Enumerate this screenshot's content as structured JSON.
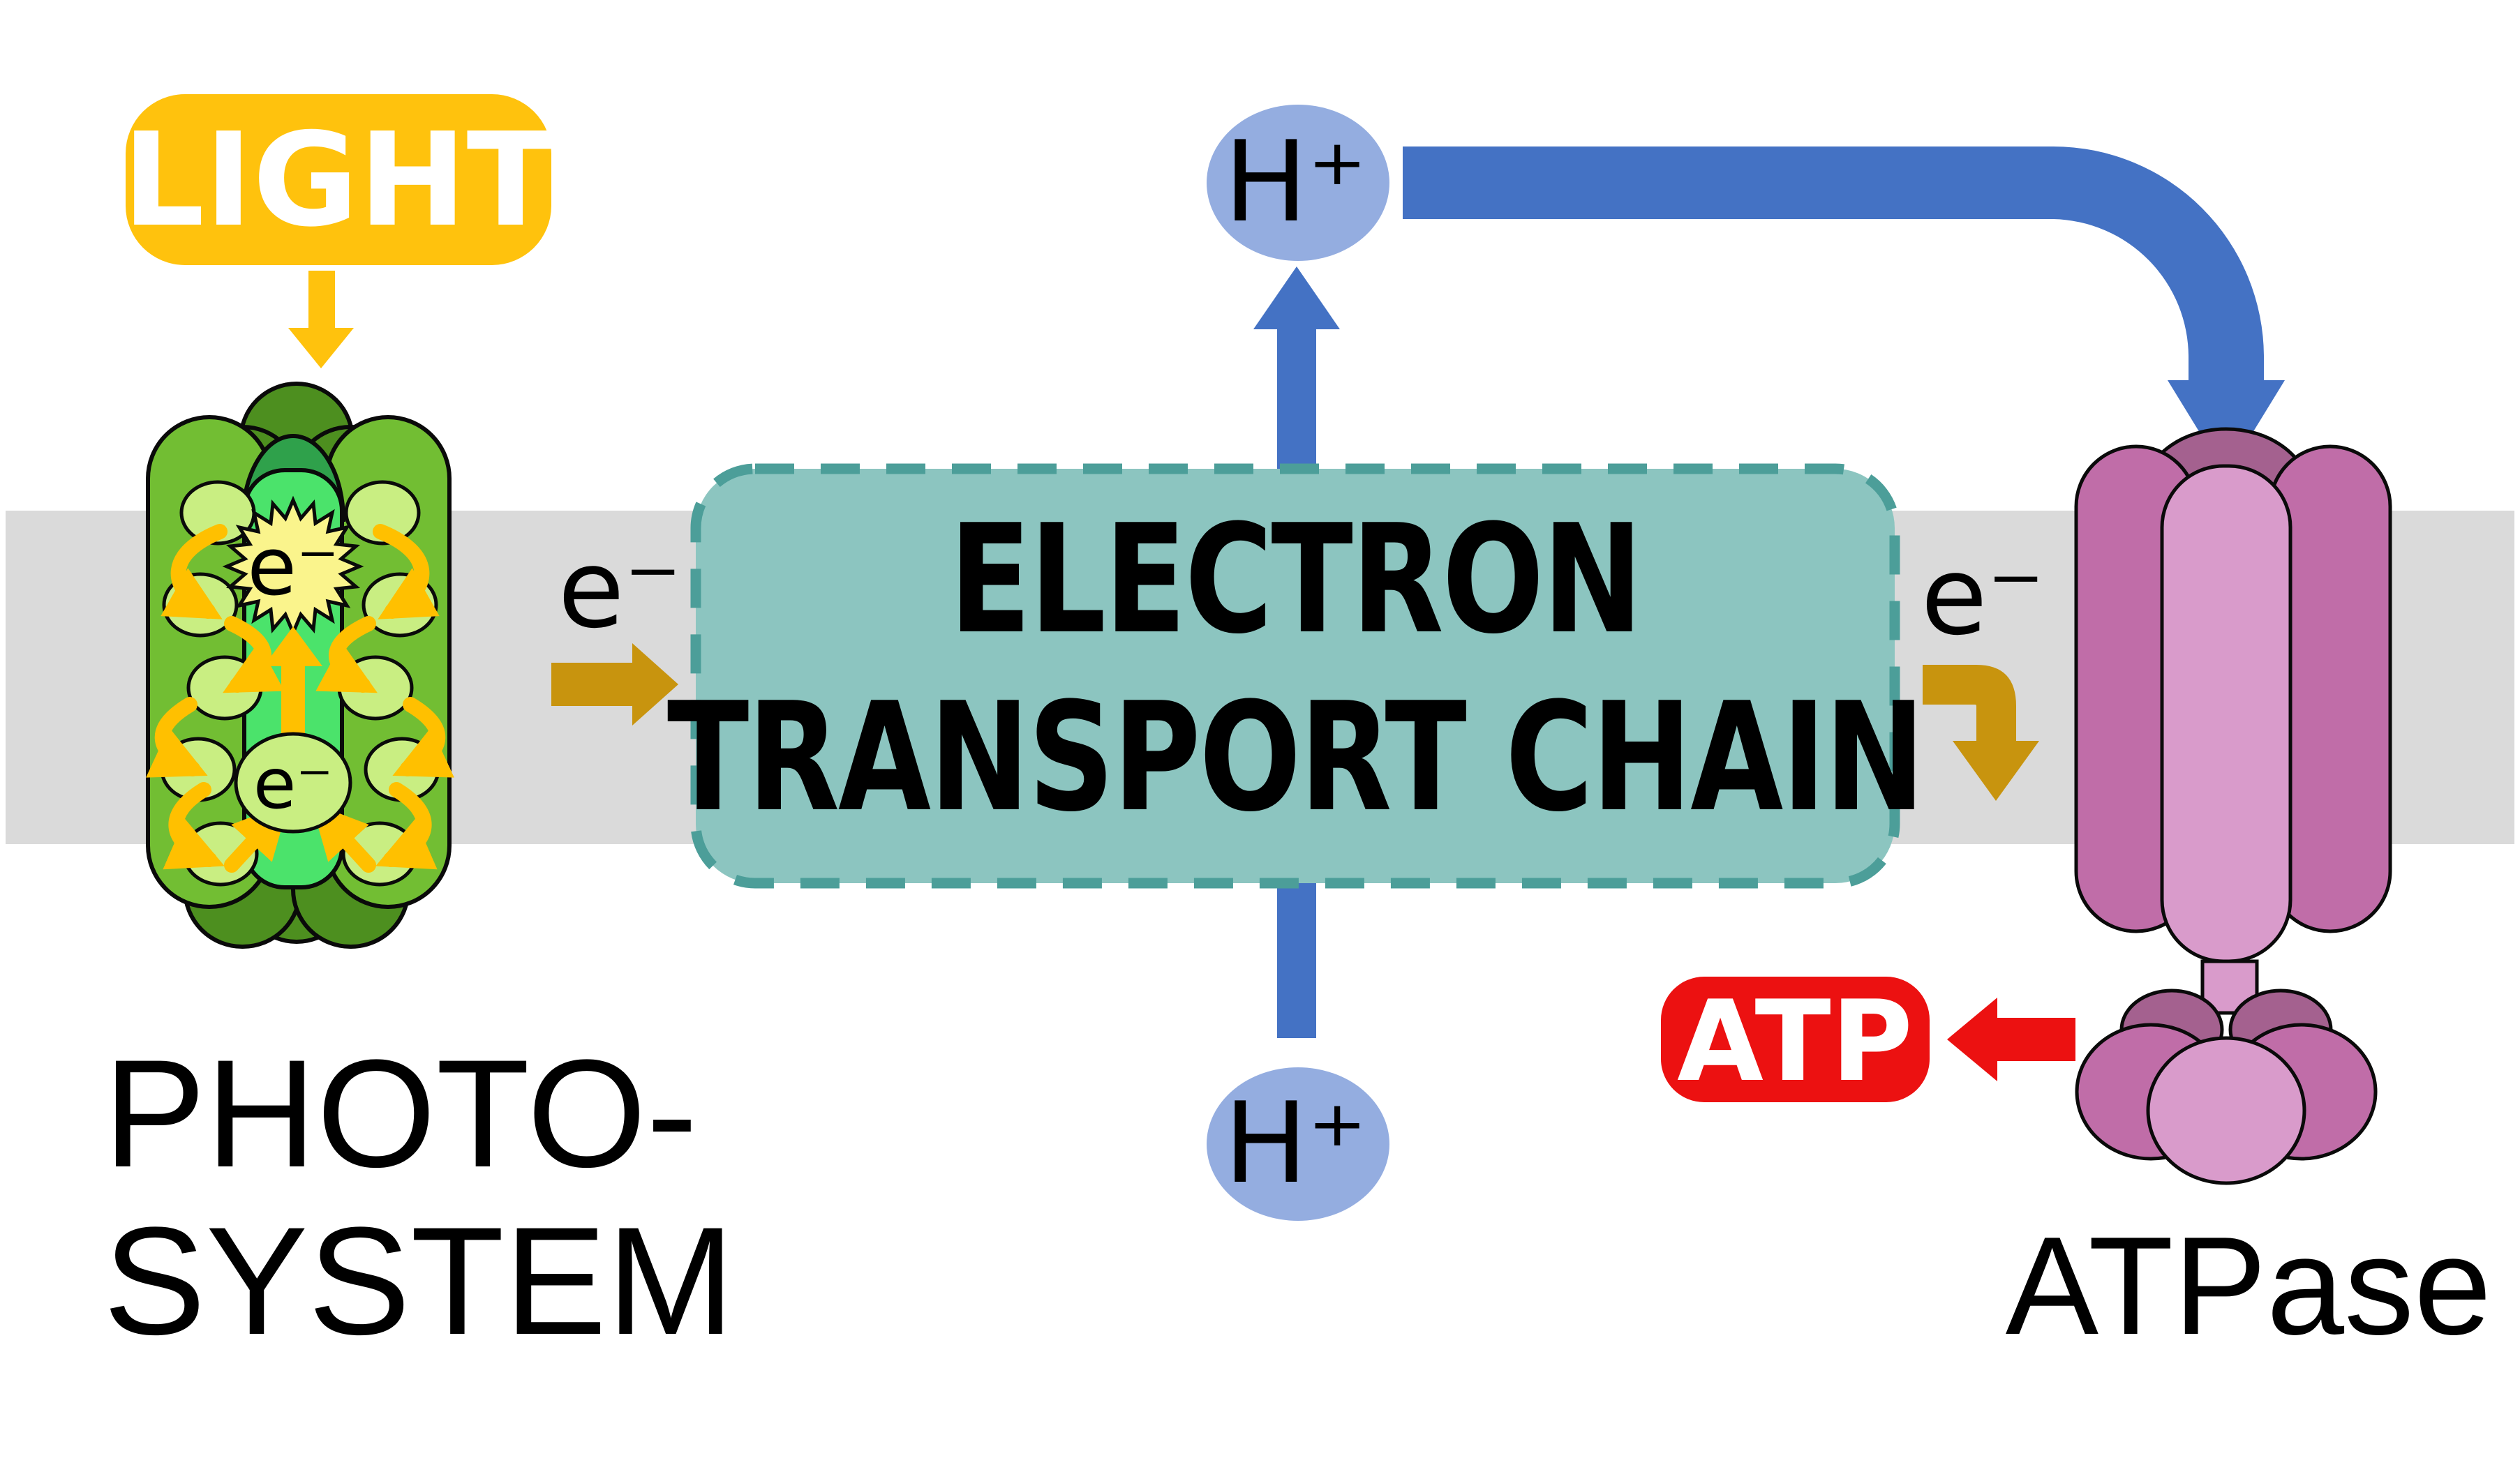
{
  "colors": {
    "membrane_gray": "#DADADA",
    "light_yellow": "#FFC20D",
    "arrow_orange": "#FFC000",
    "gold": "#C8940E",
    "blue": "#4472C4",
    "proton_blue": "#94ADE0",
    "etc_fill": "#8CC5C0",
    "etc_border": "#4C9E99",
    "red": "#EC1111",
    "green_front": "#72BE33",
    "green_back": "#4D8F1F",
    "green_dome": "#2FA14B",
    "green_capsule": "#4BE36B",
    "green_circle": "#C9EE82",
    "starburst_yellow": "#FAF48C",
    "pink_outer": "#C06DA8",
    "pink_center": "#D99BCB",
    "pink_dark": "#A4618F",
    "text_black": "#000000",
    "white": "#FFFFFF"
  },
  "light_badge": {
    "label": "LIGHT"
  },
  "photosystem": {
    "label_line1": "PHOTO-",
    "label_line2": "SYSTEM",
    "excited_electron_label": "e⁻",
    "ground_electron_label": "e⁻"
  },
  "etc_box": {
    "label_line1": "ELECTRON",
    "label_line2": "TRANSPORT CHAIN"
  },
  "electron_flow": {
    "left_label": "e⁻",
    "right_label": "e⁻"
  },
  "protons": {
    "top_label": "H⁺",
    "bottom_label": "H⁺"
  },
  "atp_badge": {
    "label": "ATP"
  },
  "atpase": {
    "label": "ATPase"
  }
}
